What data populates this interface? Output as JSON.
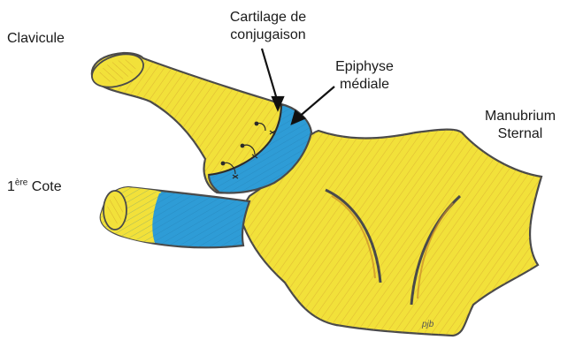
{
  "labels": {
    "clavicule": "Clavicule",
    "cartilage_line1": "Cartilage de",
    "cartilage_line2": "conjugaison",
    "epiphyse_line1": "Epiphyse",
    "epiphyse_line2": "médiale",
    "manubrium_line1": "Manubrium",
    "manubrium_line2": "Sternal",
    "cote_number": "1",
    "cote_superscript": "ère",
    "cote_word": " Cote"
  },
  "signature": "pjb",
  "colors": {
    "bone_yellow": "#F2E13A",
    "bone_hatch": "#C98A2A",
    "cartilage_blue": "#2E9CD6",
    "outline": "#4a4a4a",
    "background": "#ffffff"
  }
}
